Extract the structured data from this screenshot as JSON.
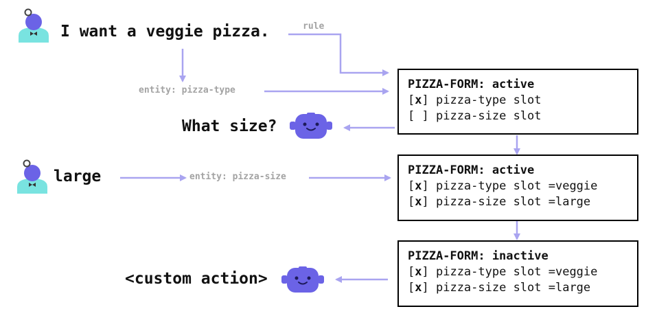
{
  "conversation": {
    "user_message_1": "I want a veggie pizza.",
    "bot_question": "What size?",
    "user_message_2": "large",
    "bot_action": "<custom action>"
  },
  "edge_labels": {
    "rule": "rule",
    "entity_pizza_type": "entity: pizza-type",
    "entity_pizza_size": "entity: pizza-size"
  },
  "form_states": [
    {
      "header": "PIZZA-FORM: active",
      "slots": [
        {
          "check": "x",
          "text": " pizza-type slot"
        },
        {
          "check": " ",
          "text": " pizza-size slot"
        }
      ]
    },
    {
      "header": "PIZZA-FORM: active",
      "slots": [
        {
          "check": "x",
          "text": " pizza-type slot =veggie"
        },
        {
          "check": "x",
          "text": " pizza-size slot =large"
        }
      ]
    },
    {
      "header": "PIZZA-FORM: inactive",
      "slots": [
        {
          "check": "x",
          "text": " pizza-type slot =veggie"
        },
        {
          "check": "x",
          "text": " pizza-size slot =large"
        }
      ]
    }
  ],
  "icons": {
    "user": "user-avatar-icon",
    "bot": "bot-icon"
  },
  "colors": {
    "arrow": "#a9a4f0",
    "bot": "#6b63e6",
    "user_body": "#79e3e0",
    "user_head": "#6b63e6"
  }
}
